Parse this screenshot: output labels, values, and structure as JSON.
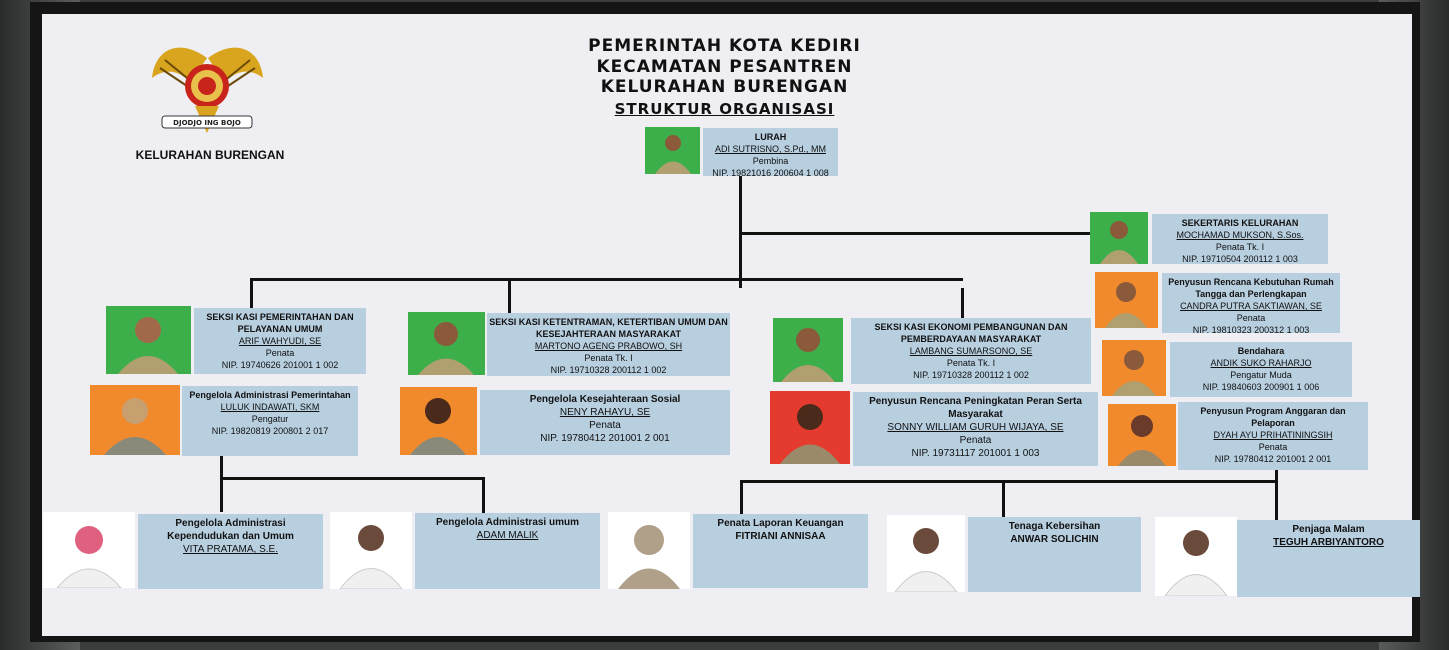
{
  "header": {
    "line1": "PEMERINTAH KOTA KEDIRI",
    "line2": "KECAMATAN PESANTREN",
    "line3": "KELURAHAN BURENGAN",
    "subtitle": "STRUKTUR ORGANISASI"
  },
  "logo": {
    "label": "KELURAHAN BURENGAN",
    "motto": "DJODJO ING BOJO"
  },
  "colors": {
    "green": "#3cae4a",
    "orange": "#f08a2c",
    "red": "#e53a2e",
    "box": "#b8cfe0",
    "white": "#ffffff"
  },
  "lurah": {
    "title": "LURAH",
    "name": "ADI SUTRISNO, S.Pd., MM",
    "rank": "Pembina",
    "nip": "NIP. 19821016 200604 1 008"
  },
  "sekretaris": {
    "title": "SEKERTARIS KELURAHAN",
    "name": "MOCHAMAD MUKSON, S.Sos.",
    "rank": "Penata Tk. I",
    "nip": "NIP. 19710504 200112 1 003"
  },
  "penyusun_rencana": {
    "title": "Penyusun Rencana Kebutuhan Rumah Tangga dan Perlengkapan",
    "name": "CANDRA PUTRA SAKTIAWAN, SE",
    "rank": "Penata",
    "nip": "NIP. 19810323 200312 1 003"
  },
  "bendahara": {
    "title": "Bendahara",
    "name": "ANDIK SUKO RAHARJO",
    "rank": "Pengatur Muda",
    "nip": "NIP. 19840603 200901 1 006"
  },
  "penyusun_program": {
    "title": "Penyusun Program Anggaran dan Pelaporan",
    "name": "DYAH AYU PRIHATININGSIH",
    "rank": "Penata",
    "nip": "NIP. 19780412 201001 2 001"
  },
  "kasi_pemerintahan": {
    "title": "SEKSI KASI PEMERINTAHAN DAN PELAYANAN UMUM",
    "name": "ARIF WAHYUDI, SE",
    "rank": "Penata",
    "nip": "NIP. 19740626 201001 1 002"
  },
  "pengelola_adm_pemerintahan": {
    "title": "Pengelola Administrasi Pemerintahan",
    "name": "LULUK INDAWATI, SKM",
    "rank": "Pengatur",
    "nip": "NIP. 19820819 200801 2 017"
  },
  "kasi_ketentraman": {
    "title": "SEKSI KASI KETENTRAMAN, KETERTIBAN UMUM DAN KESEJAHTERAAN MASYARAKAT",
    "name": "MARTONO AGENG PRABOWO, SH",
    "rank": "Penata Tk. I",
    "nip": "NIP. 19710328 200112 1 002"
  },
  "pengelola_kesejahteraan": {
    "title": "Pengelola Kesejahteraan Sosial",
    "name": "NENY RAHAYU, SE",
    "rank": "Penata",
    "nip": "NIP. 19780412 201001 2 001"
  },
  "kasi_ekonomi": {
    "title": "SEKSI KASI EKONOMI PEMBANGUNAN DAN PEMBERDAYAAN MASYARAKAT",
    "name": "LAMBANG SUMARSONO, SE",
    "rank": "Penata Tk. I",
    "nip": "NIP. 19710328 200112 1 002"
  },
  "penyusun_peran": {
    "title": "Penyusun Rencana Peningkatan Peran Serta Masyarakat",
    "name": "SONNY WILLIAM GURUH WIJAYA, SE",
    "rank": "Penata",
    "nip": "NIP. 19731117 201001 1 003"
  },
  "bottom": [
    {
      "title": "Pengelola Administrasi Kependudukan dan Umum",
      "name": "VITA PRATAMA, S.E."
    },
    {
      "title": "Pengelola Administrasi umum",
      "name": "ADAM MALIK"
    },
    {
      "title": "Penata Laporan Keuangan",
      "name": "FITRIANI ANNISAA"
    },
    {
      "title": "Tenaga Kebersihan",
      "name": "ANWAR SOLICHIN"
    },
    {
      "title": "Penjaga Malam",
      "name": "TEGUH ARBIYANTORO"
    }
  ]
}
